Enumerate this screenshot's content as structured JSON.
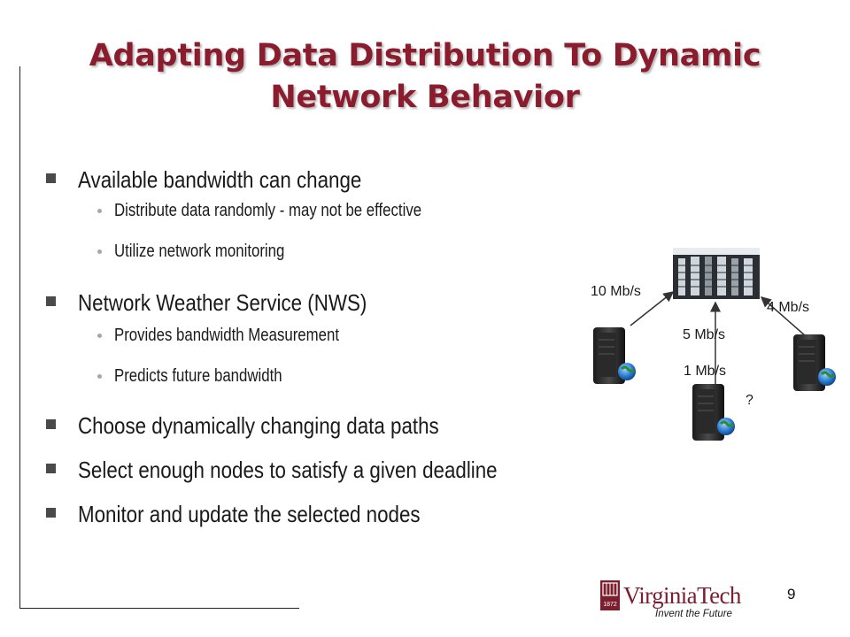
{
  "slide": {
    "title_line1": "Adapting Data Distribution To Dynamic",
    "title_line2": "Network Behavior",
    "page_number": "9"
  },
  "bullets": [
    {
      "text": "Available bandwidth can change",
      "sub": [
        "Distribute data randomly - may not be effective",
        "Utilize network monitoring"
      ]
    },
    {
      "text": "Network Weather Service (NWS)",
      "sub": [
        "Provides bandwidth Measurement",
        "Predicts future bandwidth"
      ]
    },
    {
      "text": "Choose dynamically changing data paths",
      "sub": []
    },
    {
      "text": "Select enough nodes to satisfy a given deadline",
      "sub": []
    },
    {
      "text": "Monitor and update the selected nodes",
      "sub": []
    }
  ],
  "diagram": {
    "left_link": "10 Mb/s",
    "right_link": "4 Mb/s",
    "center_link_top": "5 Mb/s",
    "center_link_bottom": "1 Mb/s",
    "unknown": "?"
  },
  "logo": {
    "name": "VirginiaTech",
    "tagline": "Invent the Future",
    "year": "1872"
  },
  "colors": {
    "title": "#8a1c2e",
    "logo_maroon": "#7b1f2e",
    "bullet_marker": "#4a4a4a"
  }
}
